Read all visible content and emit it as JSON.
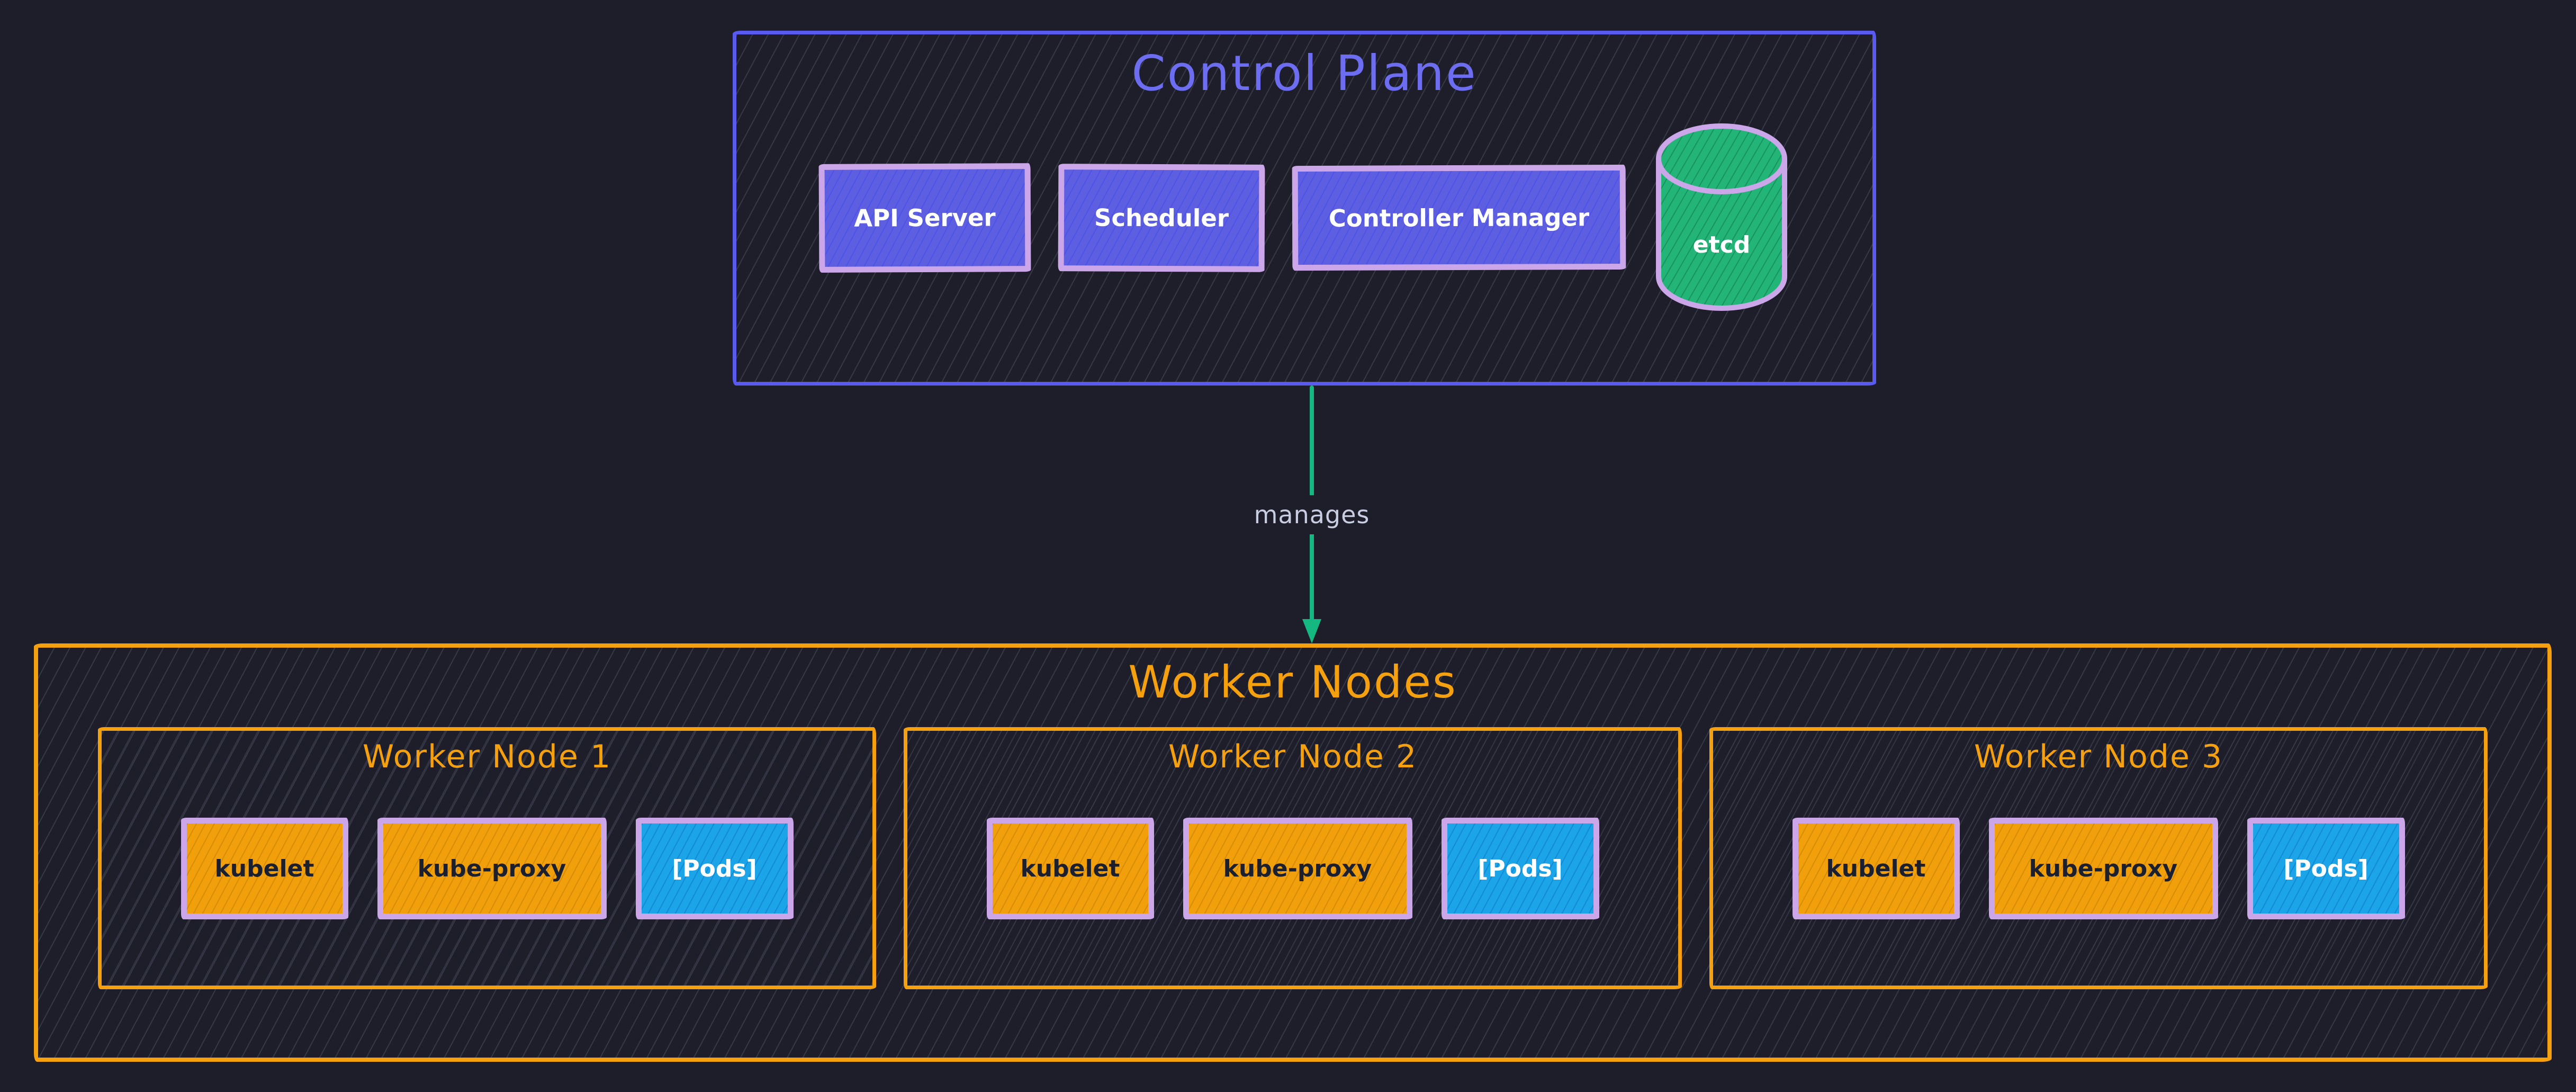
{
  "colors": {
    "background": "#1e1e2b",
    "control_plane_accent": "#5a5af0",
    "control_plane_title": "#6d6df2",
    "component_fill": "#5d5fe0",
    "component_border": "#cba6e8",
    "component_text": "#ffffff",
    "etcd_fill": "#23b577",
    "arrow": "#15b880",
    "edge_label_text": "#c9cde2",
    "worker_accent": "#f5a00f",
    "agent_fill": "#f1a00c",
    "agent_text": "#1b2030",
    "pods_fill": "#1ba4e8",
    "pods_text": "#ffffff"
  },
  "diagram": {
    "control_plane": {
      "title": "Control Plane",
      "components": [
        {
          "label": "API Server",
          "shape": "rectangle"
        },
        {
          "label": "Scheduler",
          "shape": "rectangle"
        },
        {
          "label": "Controller Manager",
          "shape": "rectangle"
        },
        {
          "label": "etcd",
          "shape": "cylinder"
        }
      ]
    },
    "edge": {
      "label": "manages",
      "from": "Control Plane",
      "to": "Worker Nodes"
    },
    "worker_nodes": {
      "title": "Worker Nodes",
      "nodes": [
        {
          "title": "Worker Node 1",
          "components": [
            {
              "label": "kubelet",
              "type": "agent"
            },
            {
              "label": "kube-proxy",
              "type": "agent"
            },
            {
              "label": "[Pods]",
              "type": "pods"
            }
          ]
        },
        {
          "title": "Worker Node 2",
          "components": [
            {
              "label": "kubelet",
              "type": "agent"
            },
            {
              "label": "kube-proxy",
              "type": "agent"
            },
            {
              "label": "[Pods]",
              "type": "pods"
            }
          ]
        },
        {
          "title": "Worker Node 3",
          "components": [
            {
              "label": "kubelet",
              "type": "agent"
            },
            {
              "label": "kube-proxy",
              "type": "agent"
            },
            {
              "label": "[Pods]",
              "type": "pods"
            }
          ]
        }
      ]
    }
  }
}
